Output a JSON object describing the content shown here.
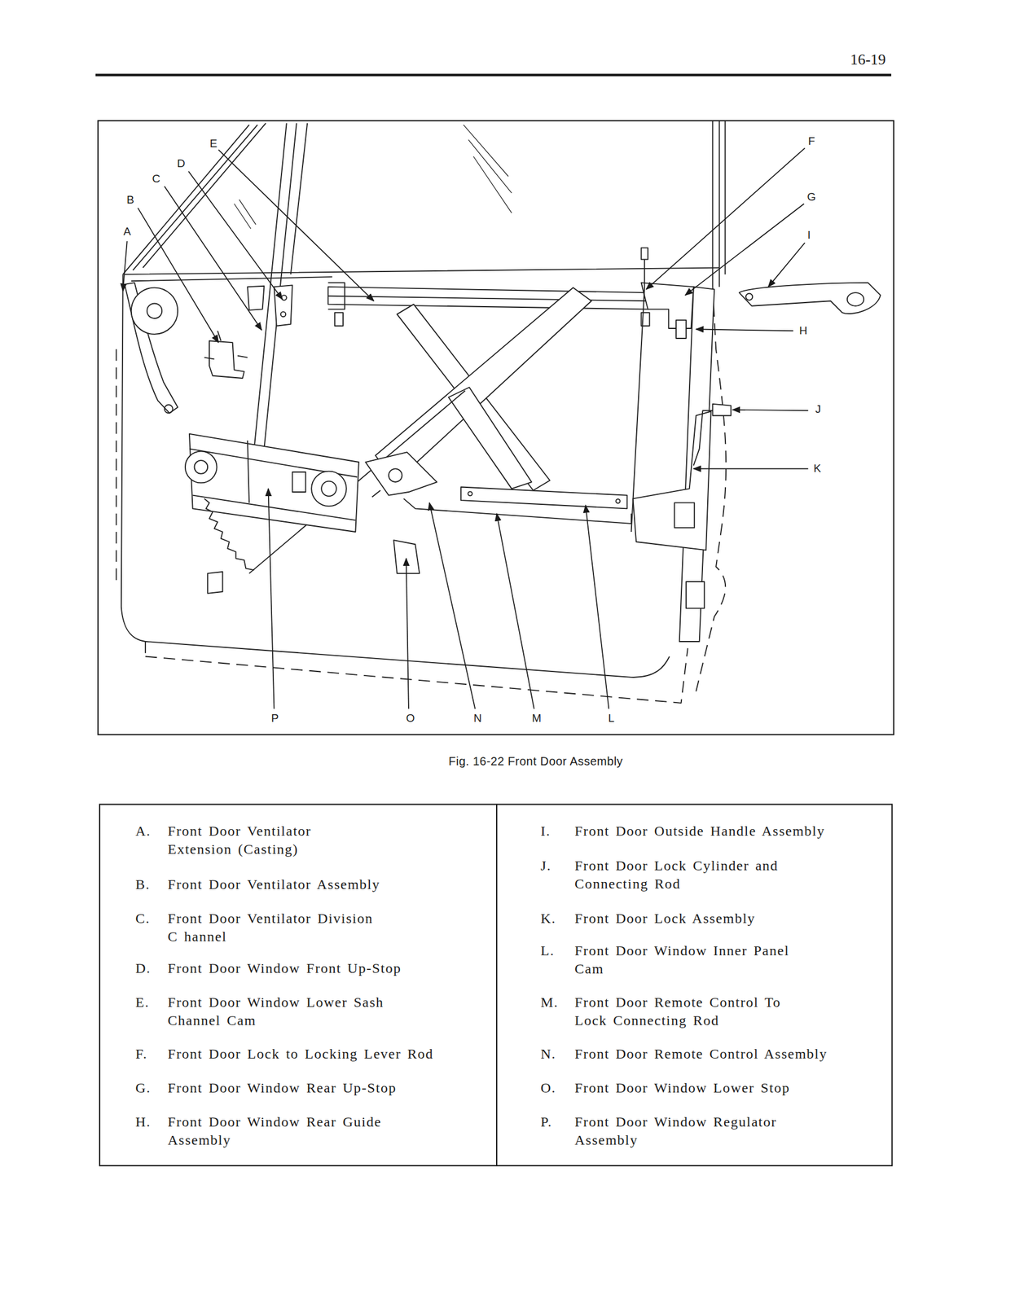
{
  "diagram": {
    "caption": "Fig. 16-22 Front Door Assembly",
    "labels": [
      "16-19",
      "E",
      "D",
      "F",
      "C",
      "G",
      "B",
      "I",
      "A",
      "H",
      "J",
      "K",
      "P",
      "O",
      "N",
      "M",
      "L",
      "A.",
      "Front Door Ventilator Extension (Casting)",
      "B.",
      "Front Door Ventilator Assembly",
      "C.",
      "Front Door Ventilator Division C hannel",
      "D.",
      "Front Door Window Front Up-Stop",
      "E.",
      "Front Door Window Lower Sash Channel Cam",
      "F.",
      "Front Door Lock to Locking Lever Rod",
      "G.",
      "Front Door Window Rear Up-Stop",
      "H.",
      "Front Door Window Rear Guide Assembly",
      "I.",
      "Front Door Outside Handle Assembly",
      "J.",
      "Front Door Lock Cylinder and Connecting Rod",
      "K.",
      "Front Door Lock Assembly",
      "L.",
      "Front Door Window Inner Panel Cam",
      "M.",
      "Front Door Remote Control To Lock Connecting Rod",
      "N.",
      "Front Door Remote Control Assembly",
      "O.",
      "Front Door Window Lower Stop",
      "P.",
      "Front Door Window Regulator Assembly"
    ]
  }
}
